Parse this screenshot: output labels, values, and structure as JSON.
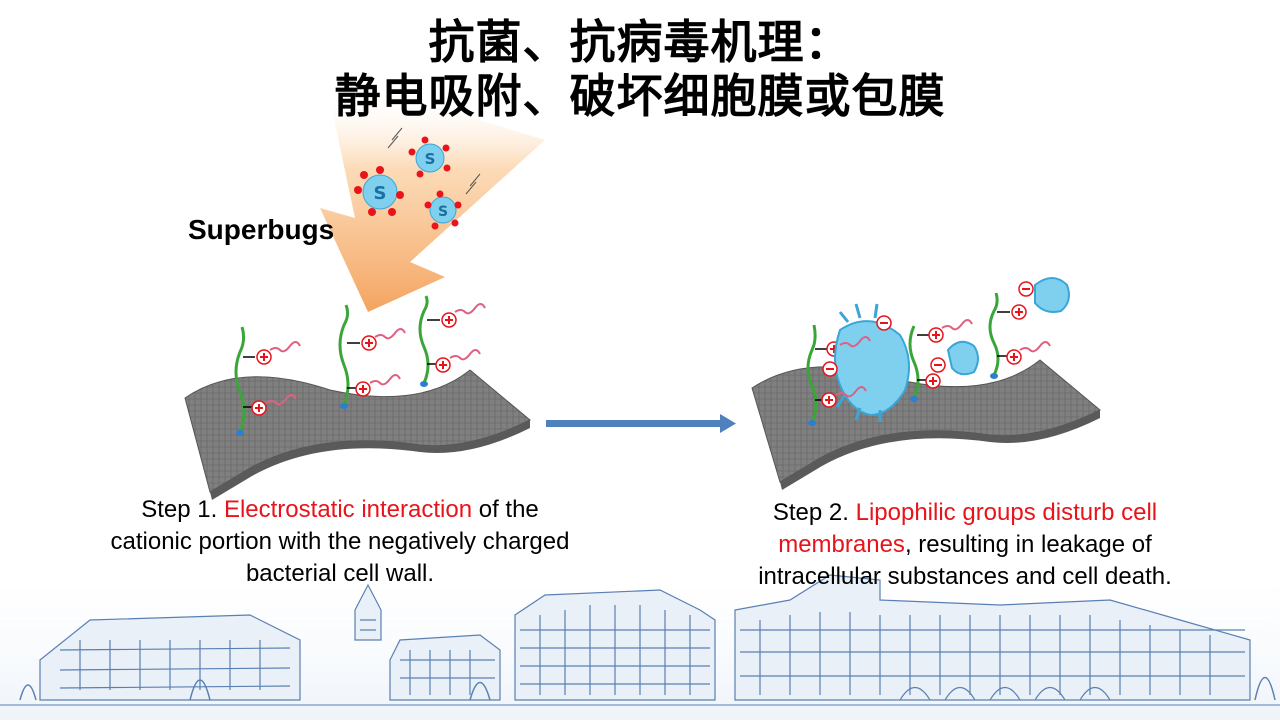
{
  "title": {
    "line1": "抗菌、抗病毒机理：",
    "line2": "静电吸附、破坏细胞膜或包膜"
  },
  "superbugs_label": "Superbugs",
  "step1": {
    "prefix": "Step 1. ",
    "highlight": "Electrostatic interaction",
    "line1_suffix": " of the",
    "line2": "cationic portion with the negatively charged",
    "line3": "bacterial cell wall."
  },
  "step2": {
    "prefix": "Step 2. ",
    "highlight_line1": "Lipophilic groups disturb cell",
    "highlight_line2": "membranes",
    "line2_suffix": ", resulting in leakage of",
    "line3": "intracellular substances and cell death."
  },
  "colors": {
    "highlight": "#e8141b",
    "arrow_glow": "#f4a460",
    "surface": "#7d7d7d",
    "process_arrow": "#4f81bd",
    "campus_sketch": "#3d6aa6"
  }
}
